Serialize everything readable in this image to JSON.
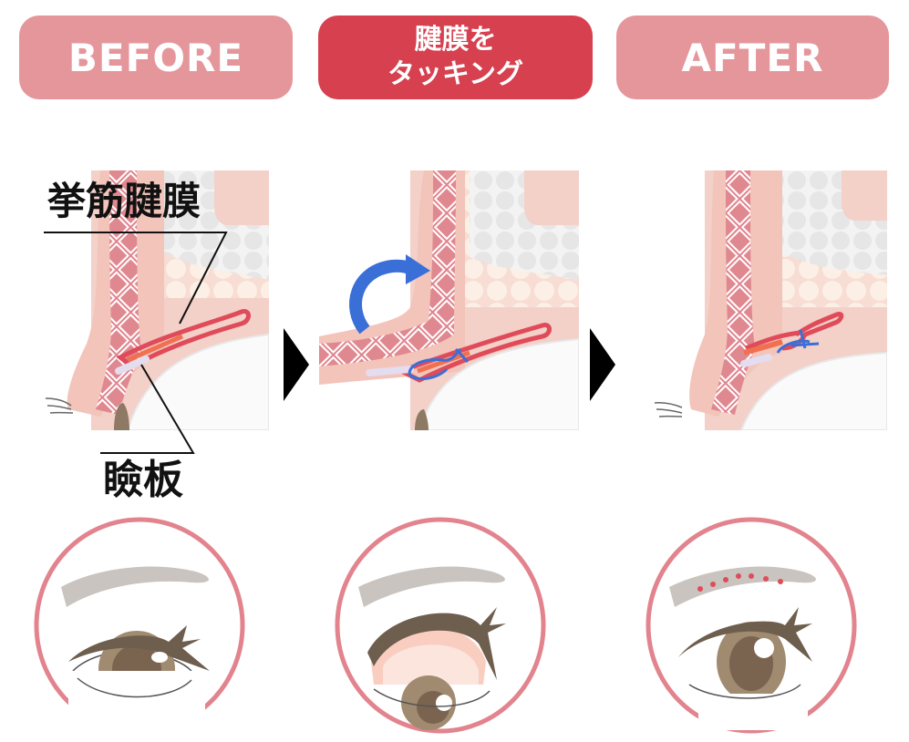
{
  "stages": [
    {
      "id": "before",
      "label": "BEFORE",
      "color": "#e5969b"
    },
    {
      "id": "tacking",
      "label_line1": "腱膜を",
      "label_line2": "タッキング",
      "color": "#d6404f"
    },
    {
      "id": "after",
      "label": "AFTER",
      "color": "#e5969b"
    }
  ],
  "annotations": {
    "levator_aponeurosis": "挙筋腱膜",
    "tarsal_plate": "瞼板"
  },
  "icons": {
    "step_arrow": "right-triangle-arrow",
    "rotation_arrow": "curved-blue-arrow",
    "suture": "blue-suture-loop"
  },
  "colors": {
    "skin": "#f2c9c0",
    "muscle": "#e2838e",
    "fat": "#fbe9de",
    "orbital_fat": "#eeeeee",
    "aponeurosis": "#e04b5a",
    "aponeurosis_front": "#f07050",
    "tarsus": "#e4dcef",
    "suture": "#3a6fd8",
    "ring": "#e2838e",
    "iris": "#a08a70",
    "pupil": "#7a6450",
    "lid": "#6e5e4e",
    "brow": "#c9c4bf"
  }
}
